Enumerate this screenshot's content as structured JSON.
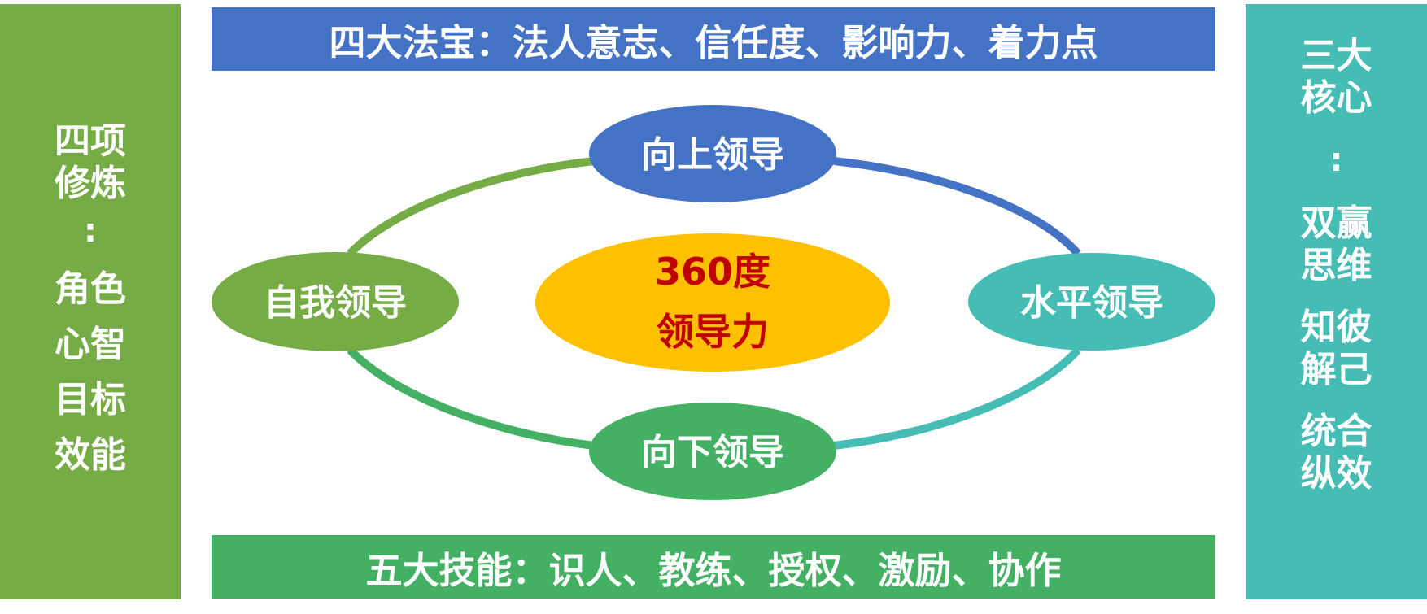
{
  "top_banner": {
    "text": "四大法宝：法人意志、信任度、影响力、着力点"
  },
  "bottom_banner": {
    "text": "五大技能：识人、教练、授权、激励、协作"
  },
  "left_panel": {
    "title": "四项修炼",
    "colon": ":",
    "items": [
      "角色",
      "心智",
      "目标",
      "效能"
    ]
  },
  "right_panel": {
    "title": "三大核心",
    "colon": ":",
    "items": [
      "双赢思维",
      "知彼解己",
      "统合纵效"
    ]
  },
  "nodes": {
    "top": "向上领导",
    "left": "自我领导",
    "right": "水平领导",
    "bottom": "向下领导"
  },
  "center": {
    "line1": "360度",
    "line2": "领导力"
  },
  "colors": {
    "left_panel": "#76AC45",
    "right_panel": "#46BDB4",
    "top_banner": "#4472C4",
    "bottom_banner": "#44B064",
    "node_top": "#4472C4",
    "node_left": "#76AC45",
    "node_right": "#46BDB4",
    "node_bottom": "#44B064",
    "center_fill": "#FFC000",
    "center_text": "#C00000"
  }
}
